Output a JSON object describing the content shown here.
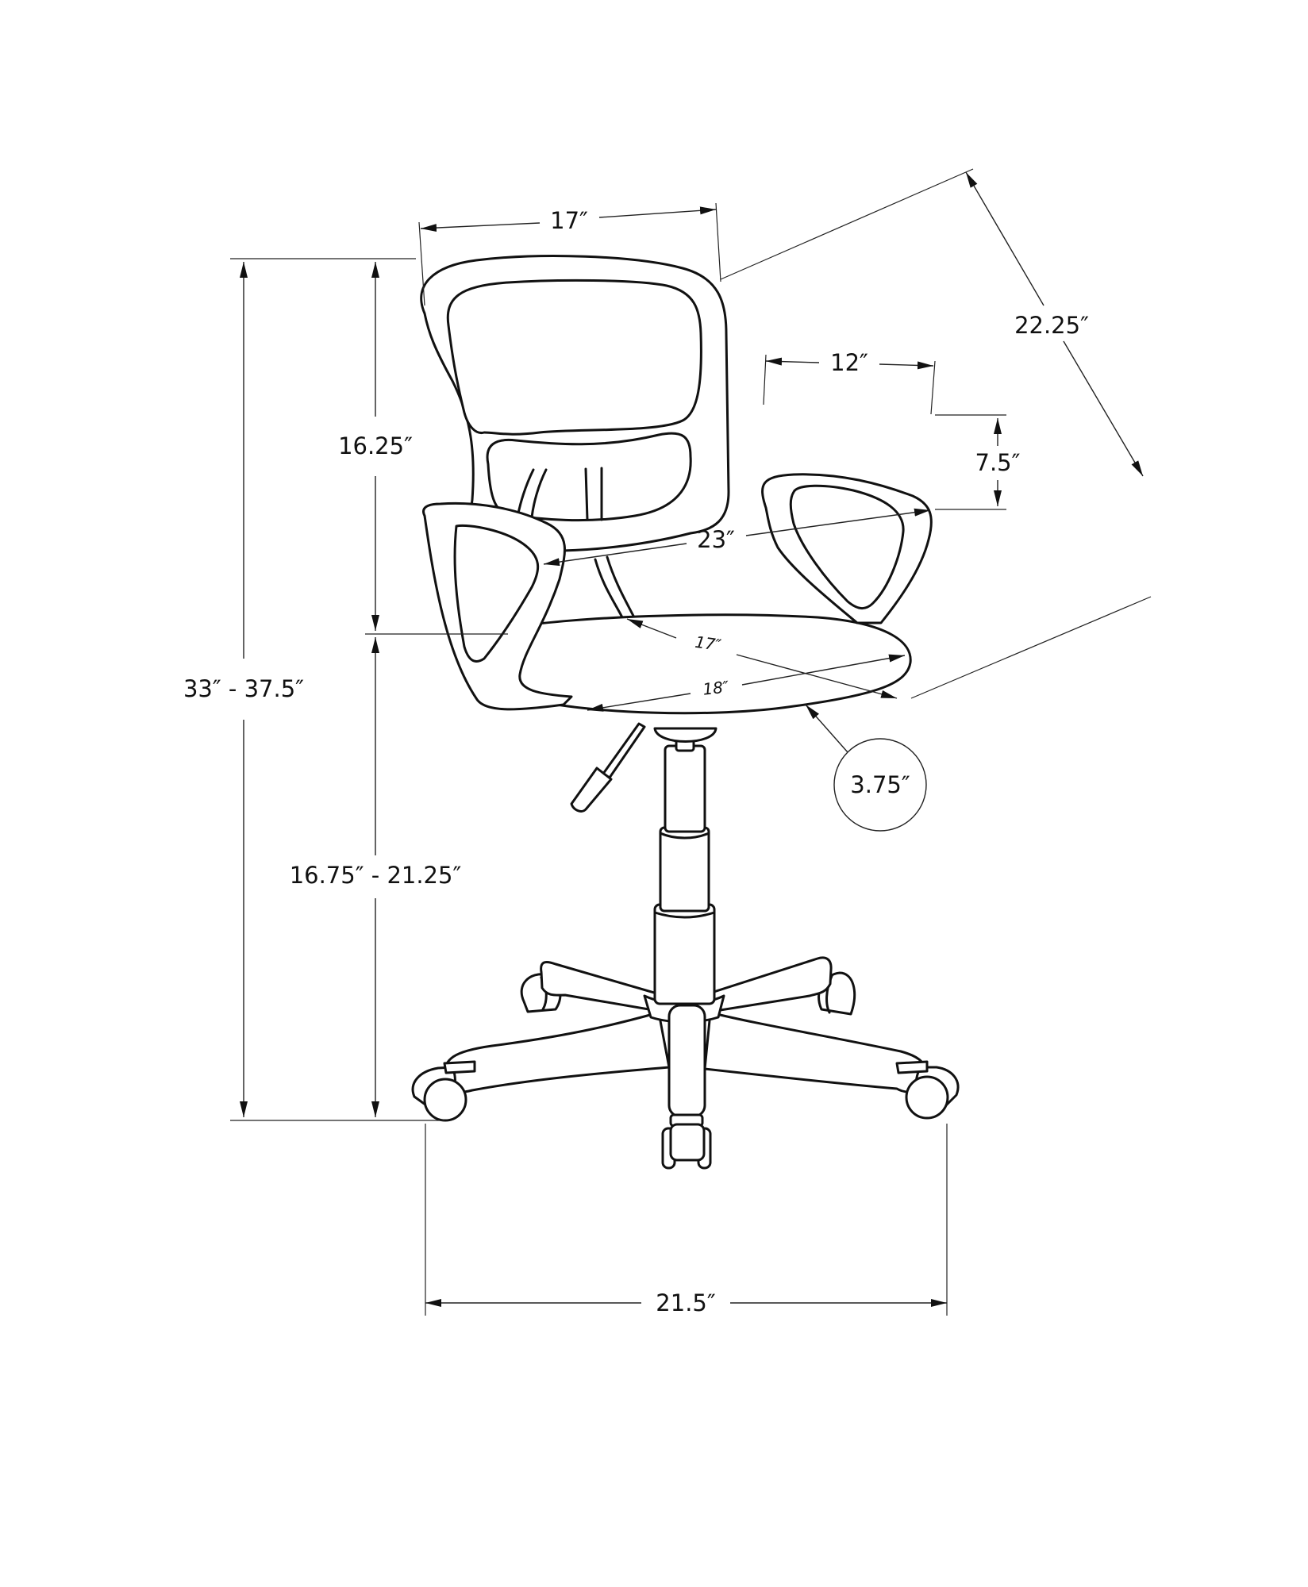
{
  "title": "Chair dimension diagram",
  "colors": {
    "background": "#ffffff",
    "line": "#111111"
  },
  "dimensions": {
    "back_width": "17″",
    "backrest_height": "16.25″",
    "overall_height": "33″ - 37.5″",
    "seat_height": "16.75″ - 21.25″",
    "base_width": "21.5″",
    "overall_depth": "22.25″",
    "armrest_length": "12″",
    "armrest_height": "7.5″",
    "arm_span": "23″",
    "seat_depth": "17″",
    "seat_width": "18″",
    "seat_thickness": "3.75″"
  }
}
